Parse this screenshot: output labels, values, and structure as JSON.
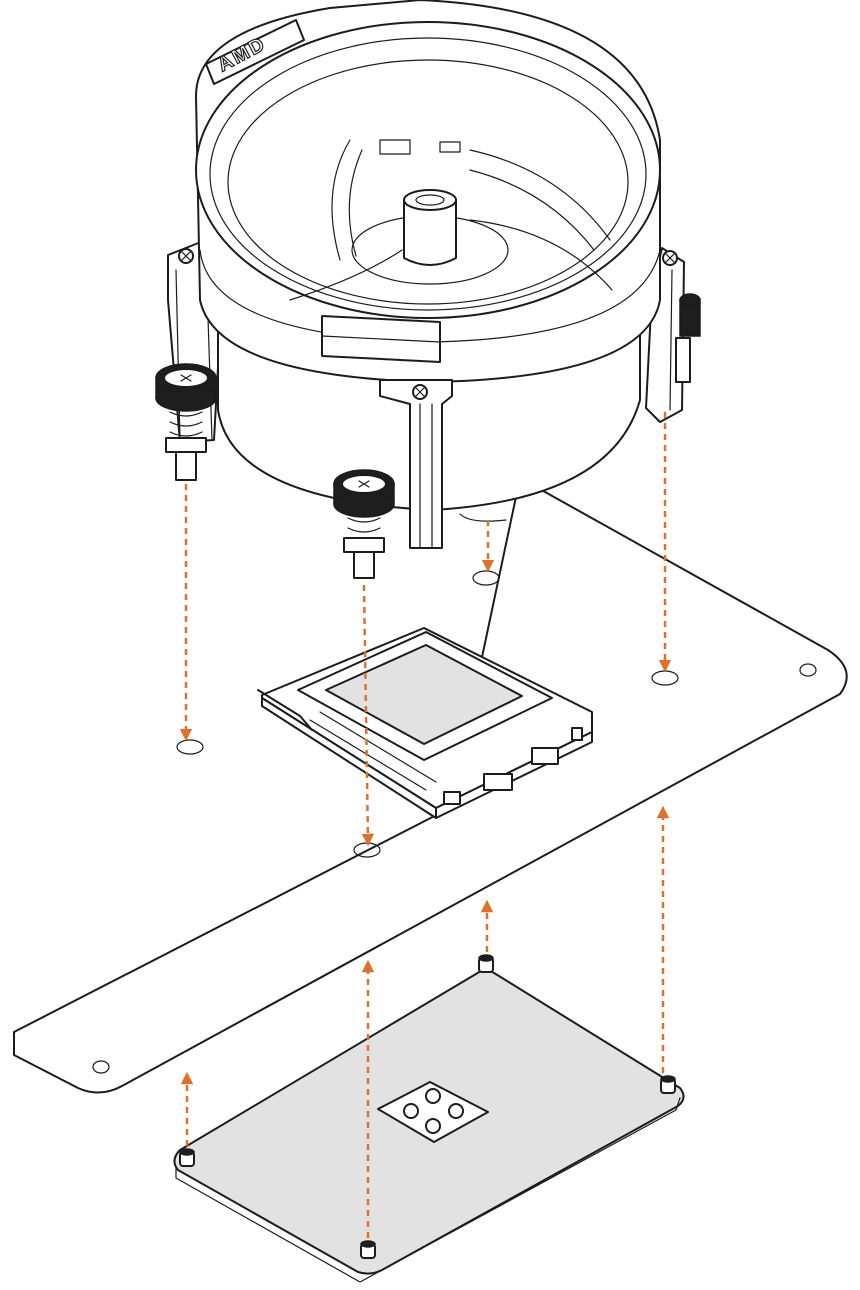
{
  "diagram": {
    "brand_logo_text": "AMD",
    "colors": {
      "line": "#1c1c1c",
      "arrow": "#e0702a",
      "backplate_fill": "#e2e2e2",
      "background": "#ffffff"
    },
    "parts": [
      "cpu-cooler",
      "motherboard",
      "cpu-socket",
      "backplate"
    ],
    "arrow_count": 8
  }
}
